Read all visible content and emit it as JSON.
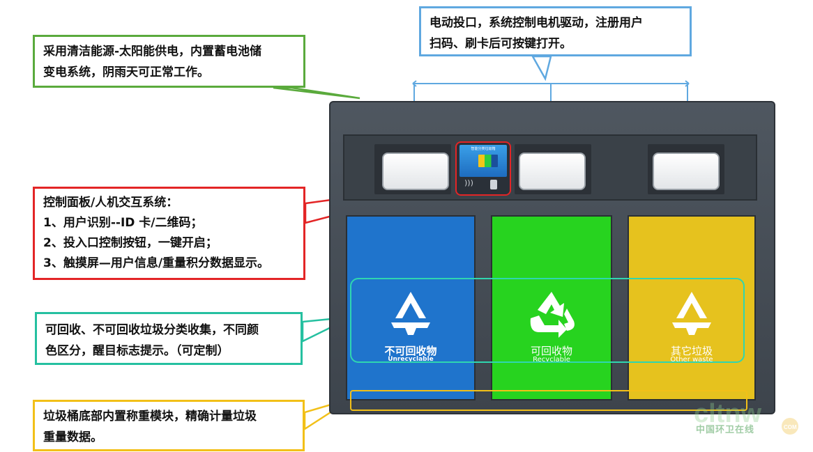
{
  "callouts": {
    "solar": {
      "lines": [
        "采用清洁能源-太阳能供电，内置蓄电池储",
        "变电系统，阴雨天可正常工作。"
      ],
      "color": "#5aaa3c"
    },
    "motor": {
      "lines": [
        "电动投口，系统控制电机驱动，注册用户",
        "扫码、刷卡后可按键打开。"
      ],
      "color": "#5fa8e0"
    },
    "panel": {
      "lines": [
        "控制面板/人机交互系统：",
        "1、用户识别--ID 卡/二维码；",
        "2、投入口控制按钮，一键开启；",
        "3、触摸屏—用户信息/重量积分数据显示。"
      ],
      "color": "#e32526"
    },
    "sort": {
      "lines": [
        "可回收、不可回收垃圾分类收集，不同颜",
        "色区分，醒目标志提示。（可定制）"
      ],
      "color": "#25c0a0"
    },
    "scale": {
      "lines": [
        "垃圾桶底部内置称重模块，精确计量垃圾",
        "重量数据。"
      ],
      "color": "#f2c018"
    }
  },
  "bins": [
    {
      "cn": "不可回收物",
      "en": "Unrecyclable",
      "color": "#1f74cc",
      "icon": "unrecyclable-icon"
    },
    {
      "cn": "可回收物",
      "en": "Recyclable",
      "color": "#27d31f",
      "icon": "recycle-icon"
    },
    {
      "cn": "其它垃圾",
      "en": "Other waste",
      "color": "#e6c21e",
      "icon": "unrecyclable-icon"
    }
  ],
  "panel_screen": {
    "title": "智能分类垃圾箱"
  },
  "watermark": {
    "logo": "cltnw",
    "text": "中国环卫在线",
    "badge": "COM"
  }
}
